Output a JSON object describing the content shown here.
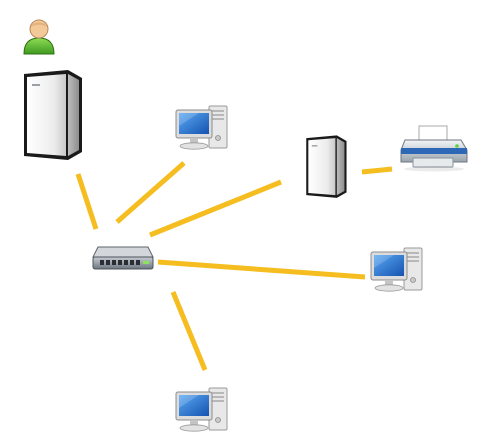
{
  "diagram": {
    "nodes": [
      {
        "id": "user",
        "icon": "user-icon"
      },
      {
        "id": "server-main",
        "icon": "server-tower-icon"
      },
      {
        "id": "workstation-top",
        "icon": "desktop-computer-icon"
      },
      {
        "id": "print-server",
        "icon": "server-tower-icon"
      },
      {
        "id": "printer",
        "icon": "printer-icon"
      },
      {
        "id": "network-switch",
        "icon": "network-switch-icon"
      },
      {
        "id": "workstation-right",
        "icon": "desktop-computer-icon"
      },
      {
        "id": "workstation-bottom",
        "icon": "desktop-computer-icon"
      }
    ],
    "links": [
      {
        "from": "server-main",
        "to": "network-switch"
      },
      {
        "from": "network-switch",
        "to": "workstation-top"
      },
      {
        "from": "network-switch",
        "to": "print-server"
      },
      {
        "from": "print-server",
        "to": "printer"
      },
      {
        "from": "network-switch",
        "to": "workstation-right"
      },
      {
        "from": "network-switch",
        "to": "workstation-bottom"
      }
    ],
    "colors": {
      "link": "#f5bd1f",
      "screen": "#1f6fd0",
      "user-body": "#5fb832",
      "user-head": "#f3c99a",
      "tower": "#e9e9e9",
      "switch": "#6c7680",
      "printer": "#cfd3d8"
    }
  }
}
